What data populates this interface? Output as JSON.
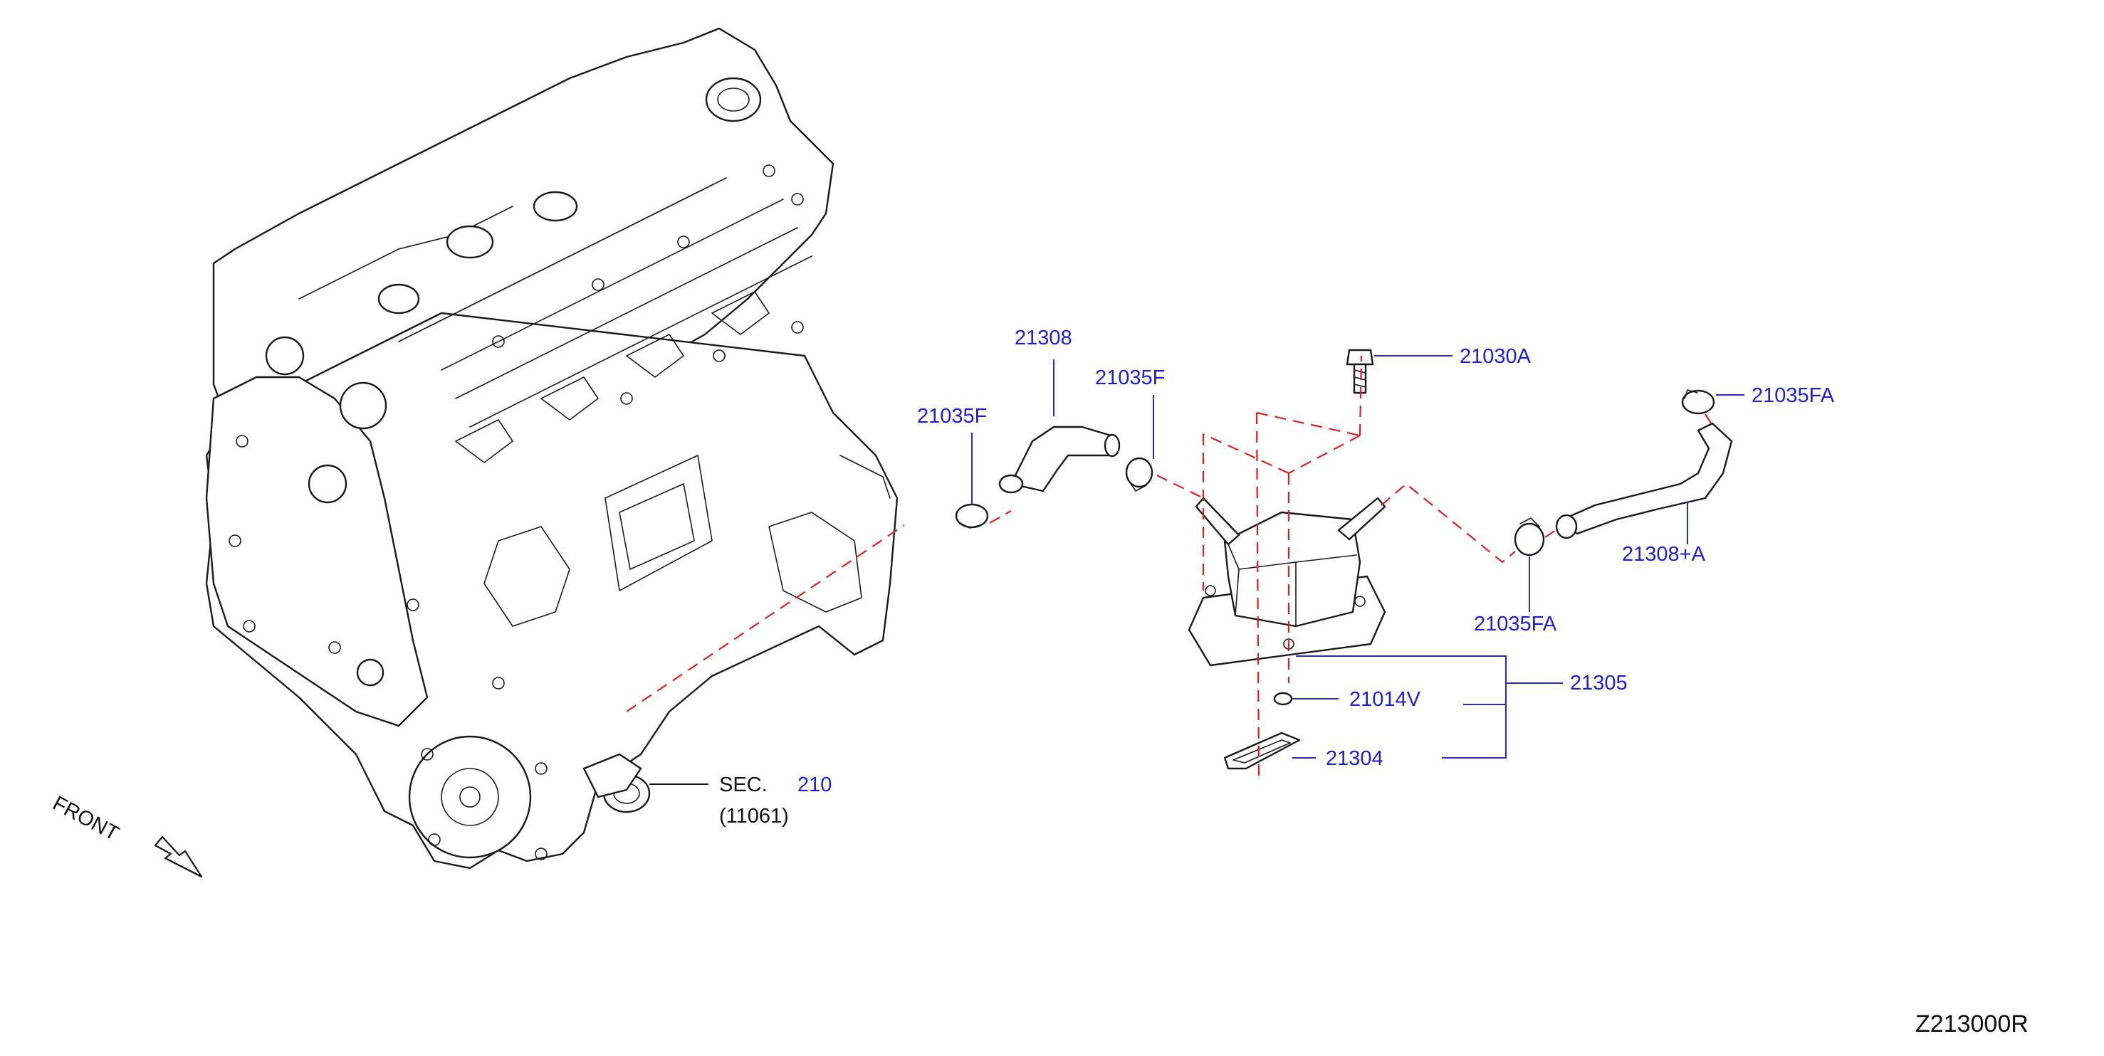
{
  "diagram_id": "Z213000R",
  "front_label": "FRONT",
  "section_ref": {
    "prefix": "SEC.",
    "number": "210",
    "sub": "(11061)"
  },
  "parts": {
    "p21308": "21308",
    "p21035F_left": "21035F",
    "p21035F_right": "21035F",
    "p21030A": "21030A",
    "p21035FA_top": "21035FA",
    "p21035FA_mid": "21035FA",
    "p21308A": "21308+A",
    "p21305": "21305",
    "p21014V": "21014V",
    "p21304": "21304"
  },
  "colors": {
    "label": "#1f1fd0",
    "phantom_line": "#e02020",
    "line": "#1a1a1a"
  }
}
